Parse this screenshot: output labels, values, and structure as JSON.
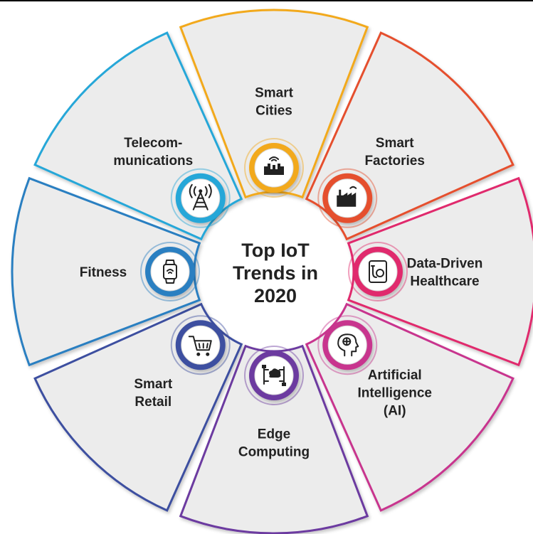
{
  "title": [
    "Top IoT",
    "Trends in",
    "2020"
  ],
  "segments": [
    {
      "label": [
        "Smart",
        "Cities"
      ],
      "color": "#F2A91C",
      "icon": "smart-city-icon"
    },
    {
      "label": [
        "Smart",
        "Factories"
      ],
      "color": "#E5502E",
      "icon": "factory-icon"
    },
    {
      "label": [
        "Data-Driven",
        "Healthcare"
      ],
      "color": "#E02C6D",
      "icon": "health-tablet-icon"
    },
    {
      "label": [
        "Artificial",
        "Intelligence",
        "(AI)"
      ],
      "color": "#C8358E",
      "icon": "ai-head-icon"
    },
    {
      "label": [
        "Edge",
        "Computing"
      ],
      "color": "#6C3BA0",
      "icon": "edge-network-icon"
    },
    {
      "label": [
        "Smart",
        "Retail"
      ],
      "color": "#3D4FA0",
      "icon": "shopping-cart-icon"
    },
    {
      "label": [
        "Fitness"
      ],
      "color": "#2B7FC1",
      "icon": "smartwatch-icon"
    },
    {
      "label": [
        "Telecom-",
        "munications"
      ],
      "color": "#27A7D8",
      "icon": "signal-tower-icon"
    }
  ],
  "colors": {
    "segment_fill": "#ECECEC",
    "text": "#222222"
  }
}
